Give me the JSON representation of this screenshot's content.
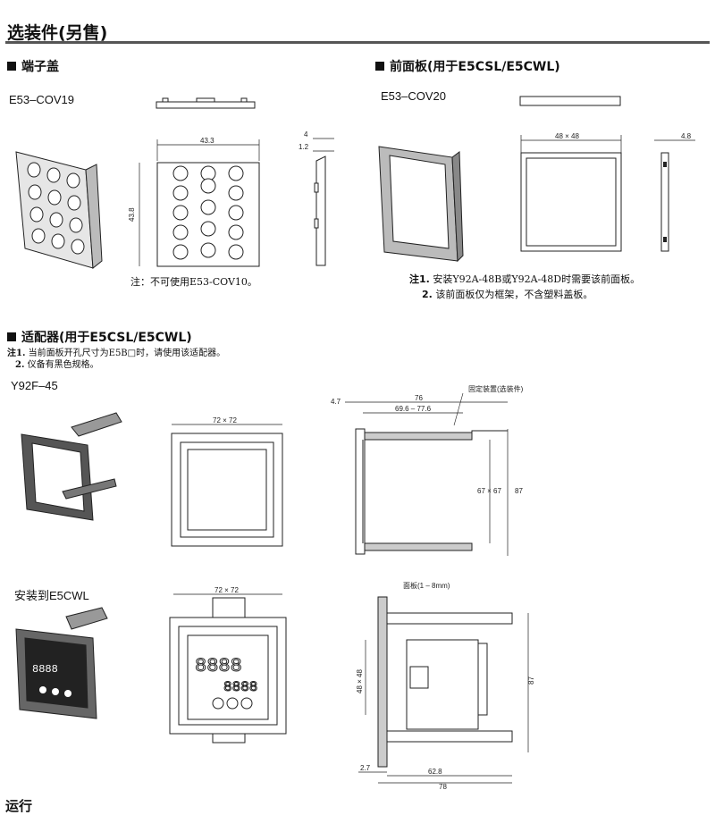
{
  "page": {
    "title": "选装件(另售)",
    "bottom_heading_cut": "运行"
  },
  "terminal_cover": {
    "heading": "端子盖",
    "model": "E53–COV19",
    "note": "注：不可使用E53-COV10。",
    "dims": {
      "width": "43.3",
      "height": "43.8",
      "depth": "4",
      "thick": "1.2"
    }
  },
  "front_panel": {
    "heading": "前面板(用于E5CSL/E5CWL)",
    "model": "E53–COV20",
    "note1_prefix": "注1.",
    "note1": "安装Y92A-48B或Y92A-48D时需要该前面板。",
    "note2_prefix": "2.",
    "note2": "该前面板仅为框架，不含塑料盖板。",
    "dims": {
      "size": "48 × 48",
      "depth": "4.8"
    }
  },
  "adapter": {
    "heading": "适配器(用于E5CSL/E5CWL)",
    "note1_prefix": "注1.",
    "note1": "当前面板开孔尺寸为E5B□时，请使用该适配器。",
    "note2_prefix": "2.",
    "note2": "仪备有黑色规格。",
    "model": "Y92F–45",
    "dims": {
      "size": "72 × 72",
      "d47": "4.7",
      "d76": "76",
      "range": "69.6 – 77.6",
      "inner": "67 × 67",
      "h87": "87",
      "fixture": "固定装置(选装件)"
    }
  },
  "mounted": {
    "caption": "安装到E5CWL",
    "dims": {
      "size": "72 × 72",
      "panel": "面板(1 – 8mm)",
      "h48": "48 × 48",
      "h87": "87",
      "d27": "2.7",
      "d628": "62.8",
      "d78": "78"
    }
  }
}
